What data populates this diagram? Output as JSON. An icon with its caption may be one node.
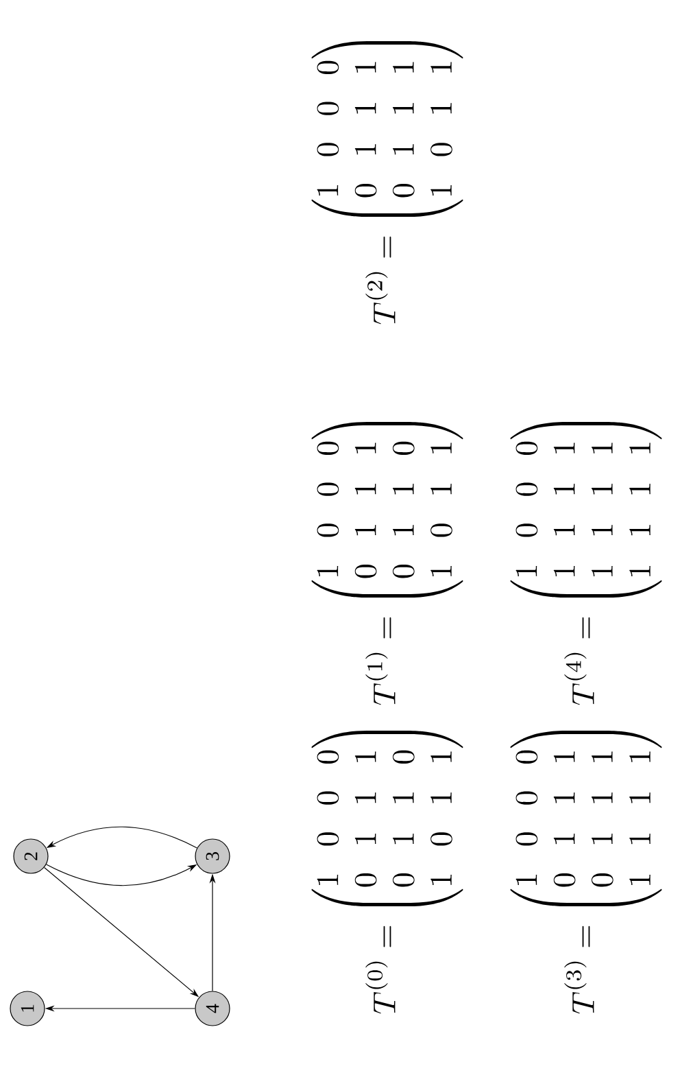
{
  "diagram": {
    "nodes": [
      {
        "text": [
          "1"
        ]
      },
      {
        "text": [
          "2"
        ]
      },
      {
        "text": [
          "3"
        ]
      },
      {
        "text": [
          "4"
        ]
      }
    ],
    "edges": [
      {
        "from": 3,
        "to": 0,
        "arrow": "to"
      },
      {
        "from": 1,
        "to": 3,
        "arrow": "to"
      },
      {
        "from": 3,
        "to": 2,
        "arrow": "to"
      },
      {
        "from": 1,
        "to": 2,
        "arrow": "to"
      },
      {
        "from": 2,
        "to": 1,
        "arrow": "to"
      }
    ],
    "labels": [
      "T^{(0)} = \\begin{pmatrix} 1 & 0 & 0 & 0 \\\\ 0 & 1 & 1 & 1 \\\\ 0 & 1 & 1 & 0 \\\\ 1 & 0 & 1 & 1 \\end{pmatrix}",
      "T^{(1)} = \\begin{pmatrix} 1 & 0 & 0 & 0 \\\\ 0 & 1 & 1 & 1 \\\\ 0 & 1 & 1 & 0 \\\\ 1 & 0 & 1 & 1 \\end{pmatrix}",
      "T^{(2)} = \\begin{pmatrix} 1 & 0 & 0 & 0 \\\\ 0 & 1 & 1 & 1 \\\\ 0 & 1 & 1 & 1 \\\\ 1 & 0 & 1 & 1 \\end{pmatrix}",
      "T^{(3)} = \\begin{pmatrix} 1 & 0 & 0 & 0 \\\\ 0 & 1 & 1 & 1 \\\\ 0 & 1 & 1 & 1 \\\\ 1 & 1 & 1 & 1 \\end{pmatrix}",
      "T^{(4)} = \\begin{pmatrix} 1 & 0 & 0 & 0 \\\\ 1 & 1 & 1 & 1 \\\\ 1 & 1 & 1 & 1 \\\\ 1 & 1 & 1 & 1 \\end{pmatrix}"
    ]
  }
}
